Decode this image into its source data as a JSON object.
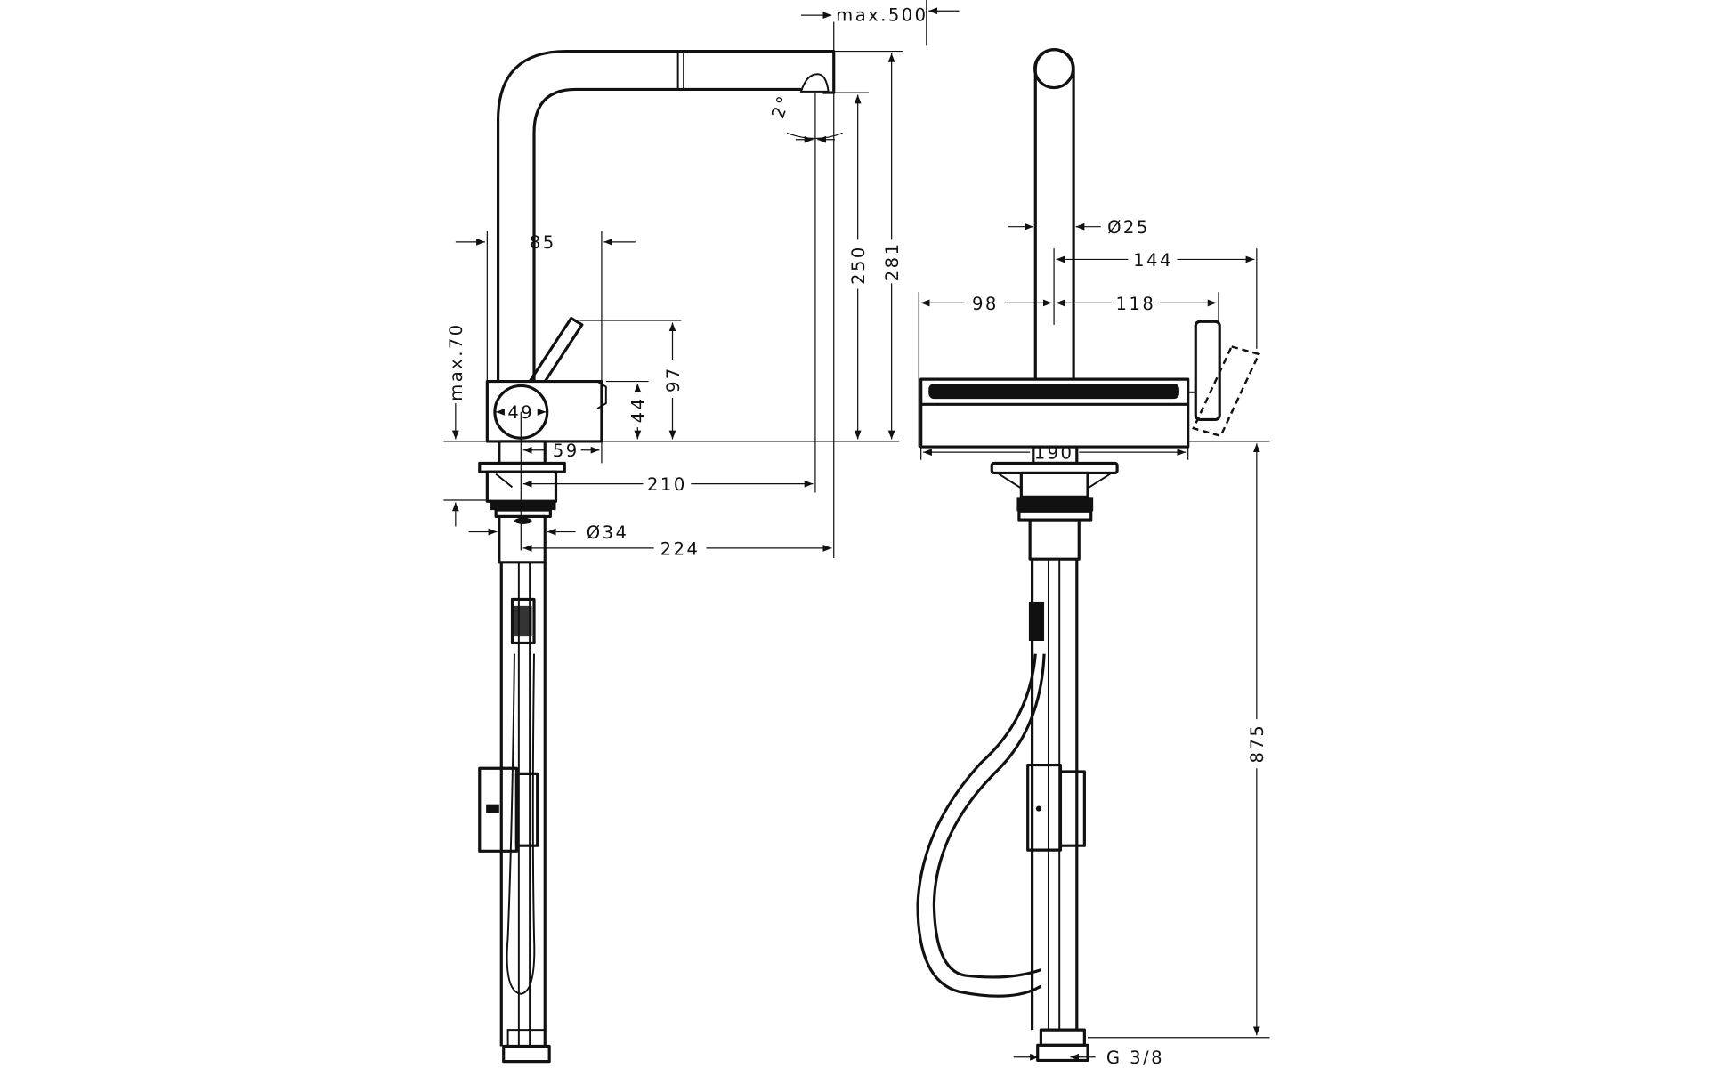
{
  "drawing": {
    "side_view": {
      "dims": {
        "max_500": "max.500",
        "angle": "2°",
        "d281": "281",
        "d250": "250",
        "d85": "85",
        "max_70": "max.70",
        "d97": "97",
        "d44": "44",
        "d49": "49",
        "d59": "59",
        "d210": "210",
        "dia34": "Ø34",
        "d224": "224"
      }
    },
    "front_view": {
      "dims": {
        "dia25": "Ø25",
        "d144": "144",
        "d98": "98",
        "d118": "118",
        "d190": "190",
        "d875": "875",
        "g38": "G 3/8"
      }
    }
  }
}
